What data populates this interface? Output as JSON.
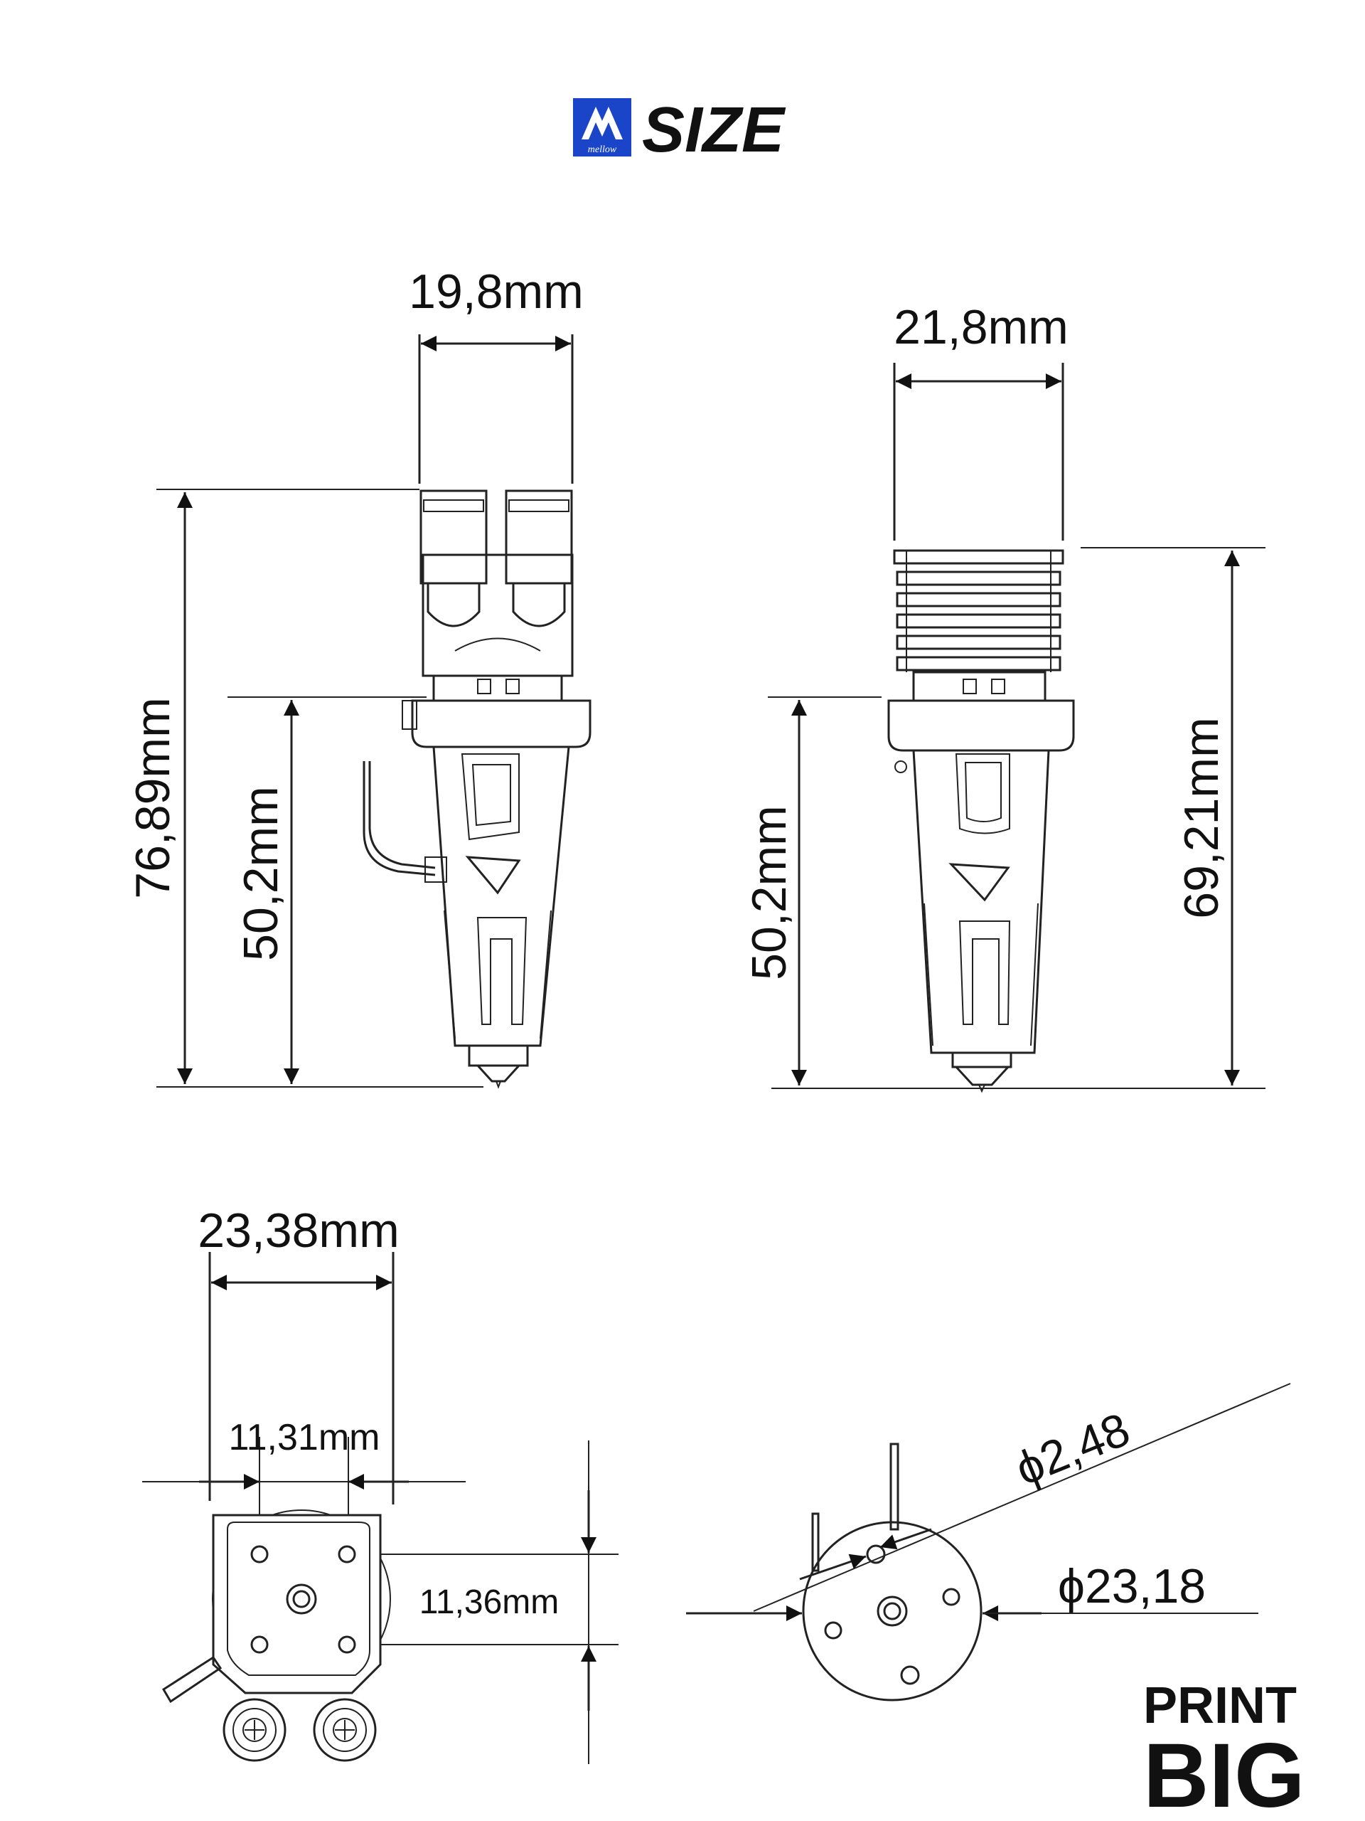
{
  "header": {
    "logo_text": "mellow",
    "title": "SIZE",
    "accent_color": "#1b45c9"
  },
  "front_view": {
    "width_label": "19,8mm",
    "total_height_label": "76,89mm",
    "body_height_label": "50,2mm"
  },
  "side_view": {
    "width_label": "21,8mm",
    "total_height_label": "69,21mm",
    "body_height_label": "50,2mm"
  },
  "bottom_view_square": {
    "outer_width_label": "23,38mm",
    "hole_spacing_x_label": "11,31mm",
    "hole_spacing_y_label": "11,36mm"
  },
  "bottom_view_round": {
    "hole_diameter_label": "ϕ2,48",
    "outer_diameter_label": "ϕ23,18"
  },
  "watermark": {
    "line1": "PRINT",
    "line2": "BIG"
  }
}
